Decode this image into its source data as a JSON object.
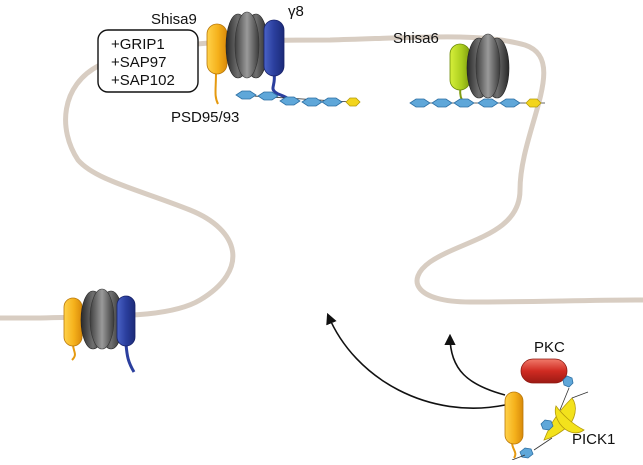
{
  "labels": {
    "shisa9": "Shisa9",
    "gamma8": "γ8",
    "shisa6": "Shisa6",
    "psd": "PSD95/93",
    "pkc": "PKC",
    "pick1": "PICK1"
  },
  "interactors": [
    "+GRIP1",
    "+SAP97",
    "+SAP102"
  ],
  "colors": {
    "membrane": "#d8cdc2",
    "shisa9": "#f5b11b",
    "gamma8": "#2b3f9e",
    "shisa6": "#a9cc1d",
    "pdz_domain": "#5fa7d9",
    "pkc": "#d02b22",
    "pick1": "#f3e21c",
    "ampar_subunit": "#6b6b6b"
  }
}
